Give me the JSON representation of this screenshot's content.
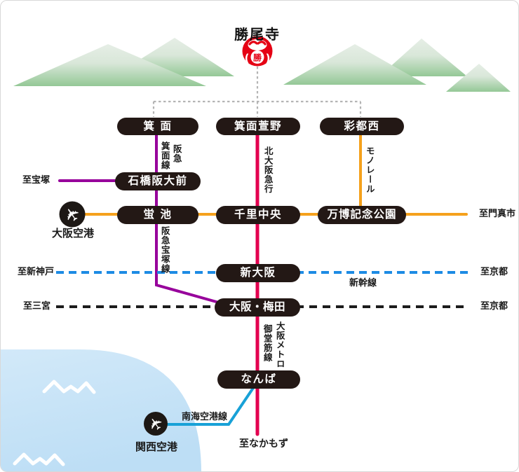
{
  "title": "勝尾寺",
  "daruma": {
    "kanji": "勝",
    "paren_open": "(",
    "paren_close": ")"
  },
  "stations": {
    "minoo": "箕 面",
    "minoo_kayano": "箕面萱野",
    "saito_nishi": "彩都西",
    "ishibashi_handai_mae": "石橋阪大前",
    "hotarugaike": "蛍 池",
    "senri_chuo": "千里中央",
    "banpaku_kinen_koen": "万博記念公園",
    "shin_osaka": "新大阪",
    "osaka_umeda": "大阪・梅田",
    "namba": "なんば"
  },
  "lines": {
    "hankyu": "阪急",
    "minoo_line": "箕面線",
    "kita_osaka_kyuko": "北大阪急行",
    "monorail": "モノレール",
    "hankyu_takarazuka_line": "阪急宝塚線",
    "shinkansen": "新幹線",
    "osaka_metro": "大阪メトロ",
    "midosuji_line": "御堂筋線",
    "nankai_airport_line": "南海空港線"
  },
  "destinations": {
    "takarazuka": "至宝塚",
    "kadoma_shi": "至門真市",
    "shin_kobe": "至新神戸",
    "kyoto_shinkansen": "至京都",
    "sannomiya": "至三宮",
    "kyoto_jr": "至京都",
    "nakamozu": "至なかもず"
  },
  "airports": {
    "osaka": "大阪空港",
    "kansai": "関西空港"
  },
  "colors": {
    "hankyu_line": "#97009b",
    "kita_osaka_midosuji_line": "#e3004f",
    "monorail_line": "#f5a11c",
    "shinkansen_line": "#1d8be4",
    "jr_line": "#1c1c1c",
    "nankai_line": "#18a1d7",
    "temple_connector": "#b4b4b4",
    "station_pill": "#231815",
    "daruma_red": "#e50014",
    "sea_top": "#d2e9f9",
    "sea_bottom": "#bddef5",
    "mountain_top": "#e6eee6",
    "mountain_bottom": "#94c896"
  }
}
